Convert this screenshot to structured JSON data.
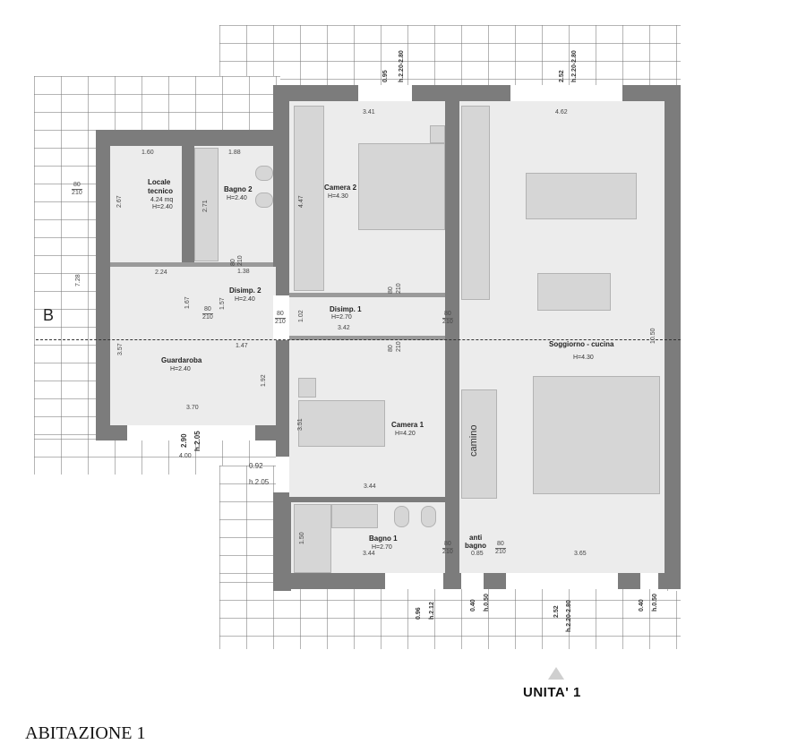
{
  "plan": {
    "section_marker": "B",
    "unit_label": "UNITA' 1",
    "bottom_title": "ABITAZIONE 1",
    "colors": {
      "wall": "#7c7c7c",
      "floor": "#ececec",
      "furniture": "#d6d6d6",
      "paving_grid": "#787878"
    }
  },
  "rooms": {
    "locale_tecnico": {
      "name_line1": "Locale",
      "name_line2": "tecnico",
      "area": "4.24 mq",
      "height": "H=2.40",
      "width_dim": "1.60",
      "depth_dim": "2.67"
    },
    "bagno2": {
      "name": "Bagno 2",
      "height": "H=2.40",
      "width_dim": "1.88",
      "depth_dim": "2.71"
    },
    "camera2": {
      "name": "Camera 2",
      "height": "H=4.30",
      "width_dim": "3.41",
      "depth_dim": "4.47"
    },
    "disimp2": {
      "name": "Disimp. 2",
      "height": "H=2.40",
      "width_dim": "1.38",
      "depth_dim": "1.57"
    },
    "disimp1": {
      "name": "Disimp. 1",
      "height": "H=2.70",
      "width_dim": "3.42",
      "depth_dim": "1.02"
    },
    "guardaroba": {
      "name": "Guardaroba",
      "height": "H=2.40",
      "top_dim": "2.24",
      "mid_dim": "1.47",
      "width_dim": "3.70",
      "depth_dim": "3.57",
      "side_dim": "1.92",
      "inner_dim": "1.67"
    },
    "camera1": {
      "name": "Camera 1",
      "height": "H=4.20",
      "width_dim": "3.44",
      "depth_dim": "3.51"
    },
    "bagno1": {
      "name": "Bagno 1",
      "height": "H=2.70",
      "width_dim": "3.44",
      "depth_dim": "1.50"
    },
    "antibagno": {
      "name_line1": "anti",
      "name_line2": "bagno",
      "width_dim": "0.85"
    },
    "soggiorno": {
      "name": "Soggiorno - cucina",
      "height": "H=4.30",
      "top_dim": "4.62",
      "bottom_dim": "3.65",
      "depth_dim": "10.50"
    },
    "camino": {
      "label": "camino"
    }
  },
  "doors": {
    "d_locale": {
      "w": "80",
      "h": "210"
    },
    "d_bagno2": {
      "w": "80",
      "h": "210"
    },
    "d_disimp2_left": {
      "w": "80",
      "h": "210"
    },
    "d_disimp2_right": {
      "w": "80",
      "h": "210"
    },
    "d_camera2": {
      "w": "80",
      "h": "210"
    },
    "d_disimp1_right": {
      "w": "80",
      "h": "210"
    },
    "d_camera1": {
      "w": "80",
      "h": "210"
    },
    "d_bagno1": {
      "w": "80",
      "h": "210"
    },
    "d_antibagno": {
      "w": "80",
      "h": "210"
    }
  },
  "windows": {
    "w_camera2": {
      "w": "0.95",
      "h": "h.2.20-2.80"
    },
    "w_soggiorno_top": {
      "w": "2.52",
      "h": "h.2.20-2.80"
    },
    "w_guardaroba": {
      "w": "2.90",
      "h": "h.2.05"
    },
    "w_entrance": {
      "w": "0.92",
      "h": "h.2.05"
    },
    "w_bagno1": {
      "w": "0.96",
      "h": "h.2.12"
    },
    "w_antibagno": {
      "w": "0.40",
      "h": "h.0.50"
    },
    "w_soggiorno_bottom": {
      "w": "2.52",
      "h": "h.2.20-2.80"
    },
    "w_soggiorno_small": {
      "w": "0.40",
      "h": "h.0.50"
    }
  },
  "exterior": {
    "left_dim": "7.28",
    "terrace_width": "4.00"
  }
}
